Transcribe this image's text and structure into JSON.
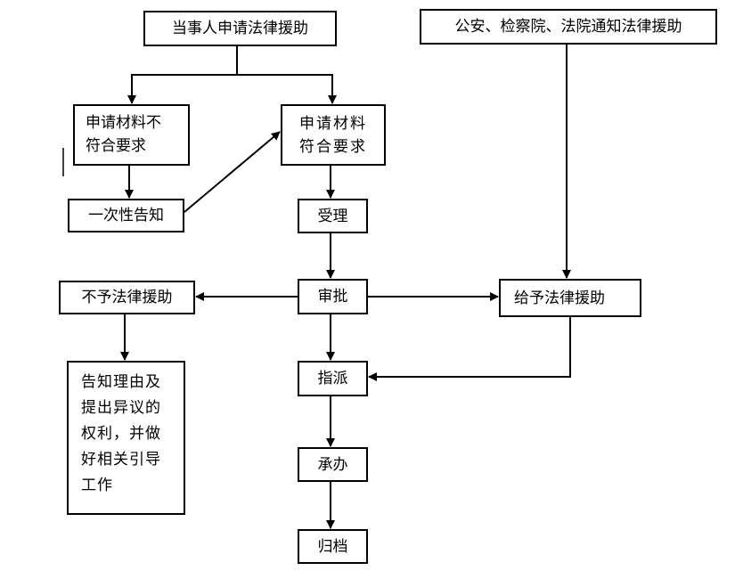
{
  "diagram": {
    "nodes": {
      "apply": "当事人申请法律援助",
      "notify": "公安、检察院、法院通知法律援助",
      "not_meet": [
        "申请材料不",
        "符合要求"
      ],
      "meet": [
        "申请材料",
        "符合要求"
      ],
      "once_notice": "一次性告知",
      "accept": "受理",
      "review": "审批",
      "deny": "不予法律援助",
      "grant": "给予法律援助",
      "inform_reason": [
        "告知理由及",
        "提出异议的",
        "权利，并做",
        "好相关引导",
        "工作"
      ],
      "assign": "指派",
      "handle": "承办",
      "archive": "归档"
    },
    "edges": [
      {
        "from": "apply",
        "to": "not_meet"
      },
      {
        "from": "apply",
        "to": "meet"
      },
      {
        "from": "not_meet",
        "to": "once_notice"
      },
      {
        "from": "once_notice",
        "to": "meet"
      },
      {
        "from": "meet",
        "to": "accept"
      },
      {
        "from": "accept",
        "to": "review"
      },
      {
        "from": "review",
        "to": "deny"
      },
      {
        "from": "review",
        "to": "grant"
      },
      {
        "from": "review",
        "to": "assign"
      },
      {
        "from": "notify",
        "to": "grant"
      },
      {
        "from": "grant",
        "to": "assign"
      },
      {
        "from": "deny",
        "to": "inform_reason"
      },
      {
        "from": "assign",
        "to": "handle"
      },
      {
        "from": "handle",
        "to": "archive"
      }
    ],
    "colors": {
      "line": "#000000",
      "background": "#ffffff"
    }
  }
}
